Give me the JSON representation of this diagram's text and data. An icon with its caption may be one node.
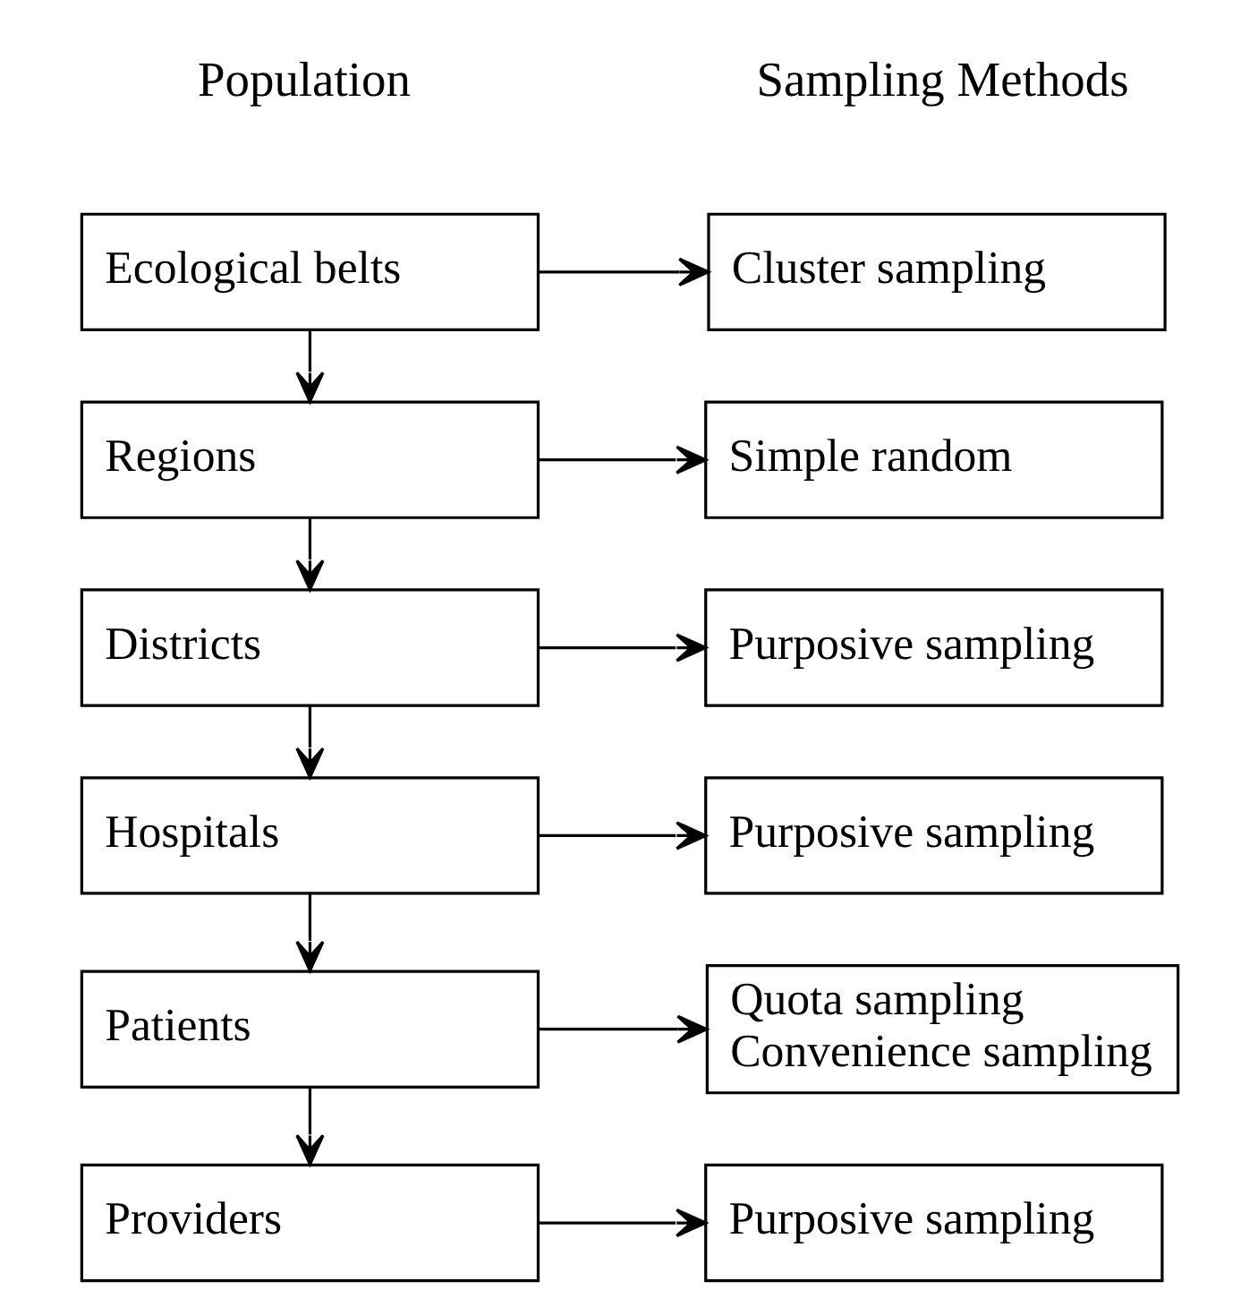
{
  "diagram": {
    "nodes": [
      {
        "text": [
          "Ecological belts"
        ]
      },
      {
        "text": [
          "Cluster sampling"
        ]
      },
      {
        "text": [
          "Regions"
        ]
      },
      {
        "text": [
          "Simple random"
        ]
      },
      {
        "text": [
          "Districts"
        ]
      },
      {
        "text": [
          "Purposive sampling"
        ]
      },
      {
        "text": [
          "Hospitals"
        ]
      },
      {
        "text": [
          "Purposive sampling"
        ]
      },
      {
        "text": [
          "Patients"
        ]
      },
      {
        "text": [
          "Quota sampling",
          "Convenience sampling"
        ]
      },
      {
        "text": [
          "Providers"
        ]
      },
      {
        "text": [
          "Purposive sampling"
        ]
      }
    ],
    "edges": [
      {
        "from": 0,
        "to": 1,
        "arrow": "to"
      },
      {
        "from": 0,
        "to": 2,
        "arrow": "to"
      },
      {
        "from": 2,
        "to": 3,
        "arrow": "to"
      },
      {
        "from": 2,
        "to": 4,
        "arrow": "to"
      },
      {
        "from": 4,
        "to": 5,
        "arrow": "to"
      },
      {
        "from": 4,
        "to": 6,
        "arrow": "to"
      },
      {
        "from": 6,
        "to": 7,
        "arrow": "to"
      },
      {
        "from": 6,
        "to": 8,
        "arrow": "to"
      },
      {
        "from": 8,
        "to": 9,
        "arrow": "to"
      },
      {
        "from": 8,
        "to": 10,
        "arrow": "to"
      },
      {
        "from": 10,
        "to": 11,
        "arrow": "to"
      }
    ],
    "labels": [
      "Population",
      "Sampling Methods"
    ]
  }
}
